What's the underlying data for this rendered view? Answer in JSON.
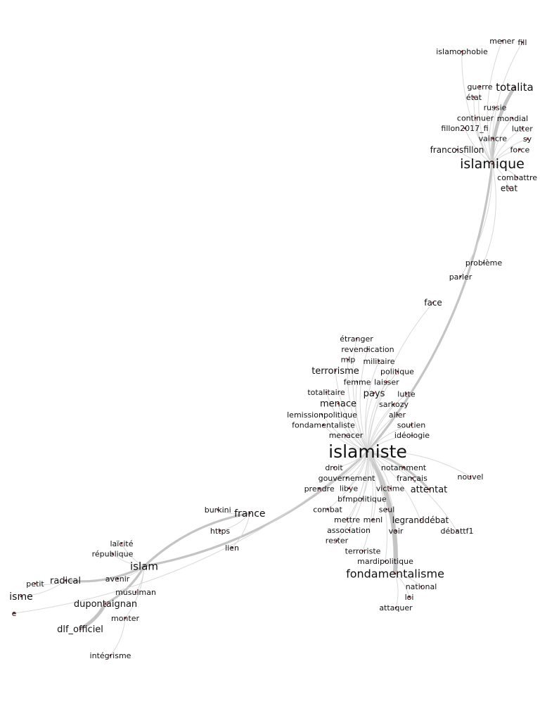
{
  "graph": {
    "type": "word-network",
    "nodes": [
      "mener",
      "fill",
      "islamophobie",
      "totalita",
      "guerre",
      "état",
      "russie",
      "continuer",
      "mondial",
      "vaincre",
      "fillon2017_fi",
      "lutter",
      "sy",
      "force",
      "francoisfillon",
      "islamique",
      "combattre",
      "etat",
      "problème",
      "parler",
      "face",
      "étranger",
      "militaire",
      "revendication",
      "mlp",
      "terrorisme",
      "politique",
      "laisser",
      "femme",
      "menace",
      "pays",
      "lutte",
      "totalitaire",
      "sarkozy",
      "soutien",
      "menacer",
      "lemissionpolitique",
      "aller",
      "fondamentaliste",
      "islamiste",
      "idéologie",
      "prendre",
      "libye",
      "victime",
      "français",
      "attentat",
      "droit",
      "nouvel",
      "combat",
      "gouvernement",
      "seul",
      "notamment",
      "bfmpolitique",
      "rester",
      "menl",
      "voir",
      "legranddébat",
      "mettre",
      "mardipolitique",
      "association",
      "terroriste",
      "débattf1",
      "fondamentalisme",
      "national",
      "loi",
      "attaquer",
      "burkini",
      "france",
      "https",
      "lien",
      "laïcité",
      "république",
      "islam",
      "petit",
      "radical",
      "avenir",
      "isme",
      "musulman",
      "dupontaignan",
      "e",
      "monter",
      "dlf_officiel",
      "intégrisme"
    ],
    "edges": [
      [
        "islamique",
        "islamiste",
        2
      ],
      [
        "islamique",
        "totalita",
        3
      ],
      [
        "islamique",
        "mener",
        1
      ],
      [
        "islamique",
        "islamophobie",
        1
      ],
      [
        "islamique",
        "guerre",
        1
      ],
      [
        "islamique",
        "état",
        1
      ],
      [
        "islamique",
        "russie",
        1
      ],
      [
        "islamique",
        "continuer",
        1
      ],
      [
        "islamique",
        "mondial",
        1
      ],
      [
        "islamique",
        "vaincre",
        1
      ],
      [
        "islamique",
        "fillon2017_fi",
        1
      ],
      [
        "islamique",
        "lutter",
        1
      ],
      [
        "islamique",
        "sy",
        1
      ],
      [
        "islamique",
        "force",
        1
      ],
      [
        "islamique",
        "combattre",
        1
      ],
      [
        "islamique",
        "etat",
        1
      ],
      [
        "islamique",
        "francoisfillon",
        1
      ],
      [
        "islamique",
        "problème",
        1
      ],
      [
        "islamique",
        "parler",
        1
      ],
      [
        "islamiste",
        "face",
        1
      ],
      [
        "islamiste",
        "fondamentalisme",
        4
      ],
      [
        "islamiste",
        "islam",
        2
      ],
      [
        "islamiste",
        "attentat",
        2
      ],
      [
        "islamiste",
        "nouvel",
        1
      ],
      [
        "islamiste",
        "débattf1",
        1
      ],
      [
        "islamiste",
        "legranddébat",
        1
      ],
      [
        "islam",
        "france",
        2
      ],
      [
        "france",
        "burkini",
        1
      ],
      [
        "france",
        "https",
        1
      ],
      [
        "france",
        "lien",
        1
      ],
      [
        "islam",
        "laïcité",
        1
      ],
      [
        "islam",
        "république",
        1
      ],
      [
        "islam",
        "radical",
        2
      ],
      [
        "radical",
        "petit",
        1
      ],
      [
        "radical",
        "isme",
        1
      ],
      [
        "islam",
        "avenir",
        1
      ],
      [
        "islam",
        "musulman",
        1
      ],
      [
        "islam",
        "dupontaignan",
        2
      ],
      [
        "dupontaignan",
        "dlf_officiel",
        3
      ],
      [
        "islam",
        "monter",
        1
      ],
      [
        "monter",
        "intégrisme",
        1
      ],
      [
        "fondamentalisme",
        "national",
        1
      ],
      [
        "fondamentalisme",
        "loi",
        1
      ],
      [
        "fondamentalisme",
        "attaquer",
        1
      ]
    ]
  }
}
